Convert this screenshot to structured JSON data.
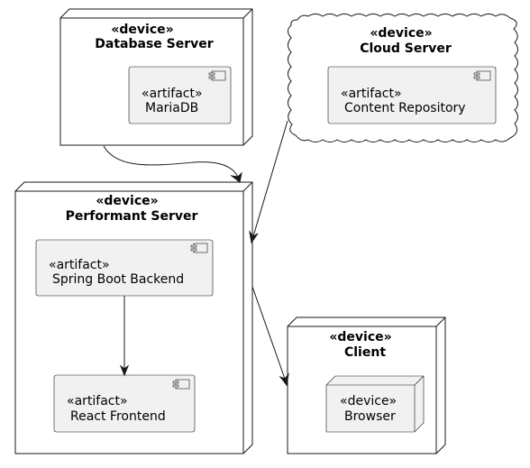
{
  "database_server": {
    "stereotype": "«device»",
    "name": "Database Server"
  },
  "mariadb": {
    "stereotype": "«artifact»",
    "name": "MariaDB"
  },
  "cloud_server": {
    "stereotype": "«device»",
    "name": "Cloud Server"
  },
  "content_repo": {
    "stereotype": "«artifact»",
    "name": "Content Repository"
  },
  "performant_server": {
    "stereotype": "«device»",
    "name": "Performant Server"
  },
  "spring_backend": {
    "stereotype": "«artifact»",
    "name": "Spring Boot Backend"
  },
  "react_frontend": {
    "stereotype": "«artifact»",
    "name": "React Frontend"
  },
  "client": {
    "stereotype": "«device»",
    "name": "Client"
  },
  "browser": {
    "stereotype": "«device»",
    "name": "Browser"
  }
}
